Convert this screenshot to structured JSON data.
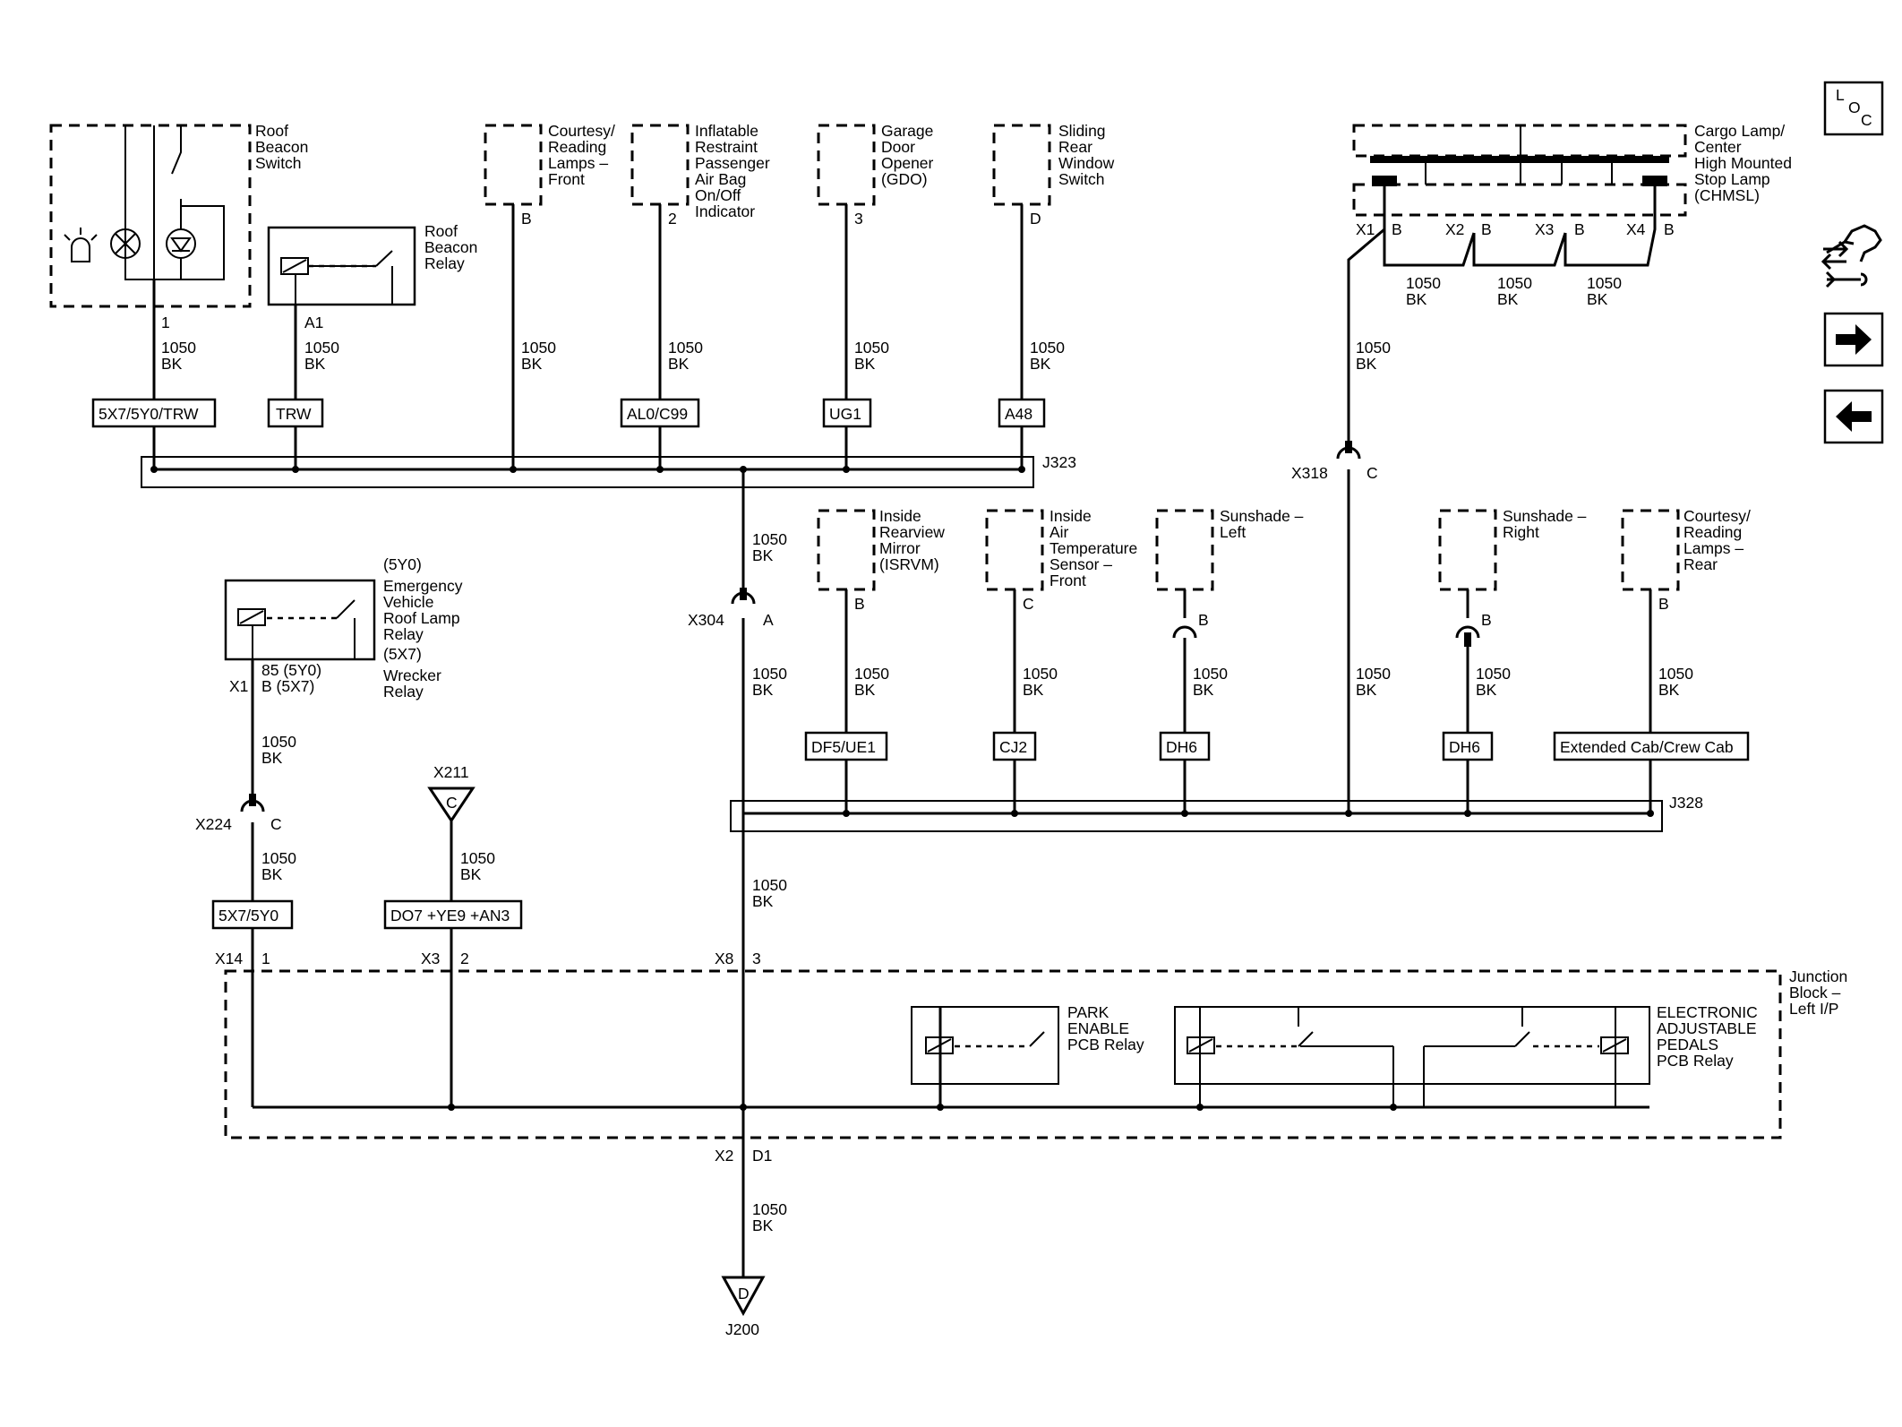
{
  "nav": {
    "loc_l": "L",
    "loc_o": "O",
    "loc_c": "C"
  },
  "components": {
    "roof_beacon_switch": [
      "Roof",
      "Beacon",
      "Switch"
    ],
    "roof_beacon_relay": [
      "Roof",
      "Beacon",
      "Relay"
    ],
    "courtesy_front": [
      "Courtesy/",
      "Reading",
      "Lamps –",
      "Front"
    ],
    "airbag_indicator": [
      "Inflatable",
      "Restraint",
      "Passenger",
      "Air Bag",
      "On/Off",
      "Indicator"
    ],
    "gdo": [
      "Garage",
      "Door",
      "Opener",
      "(GDO)"
    ],
    "sliding_window": [
      "Sliding",
      "Rear",
      "Window",
      "Switch"
    ],
    "cargo_lamp": [
      "Cargo Lamp/",
      "Center",
      "High Mounted",
      "Stop Lamp",
      "(CHMSL)"
    ],
    "isrvm": [
      "Inside",
      "Rearview",
      "Mirror",
      "(ISRVM)"
    ],
    "air_temp": [
      "Inside",
      "Air",
      "Temperature",
      "Sensor –",
      "Front"
    ],
    "sunshade_left": [
      "Sunshade –",
      "Left"
    ],
    "sunshade_right": [
      "Sunshade –",
      "Right"
    ],
    "courtesy_rear": [
      "Courtesy/",
      "Reading",
      "Lamps –",
      "Rear"
    ],
    "ev_relay": [
      "Emergency",
      "Vehicle",
      "Roof Lamp",
      "Relay"
    ],
    "ev_relay_5y0": "(5Y0)",
    "ev_relay_5x7": "(5X7)",
    "wrecker_relay": [
      "Wrecker",
      "Relay"
    ],
    "ev_pin1": "85 (5Y0)",
    "ev_pin2": "B (5X7)",
    "junction_block": [
      "Junction",
      "Block –",
      "Left I/P"
    ],
    "park_enable": [
      "PARK",
      "ENABLE",
      "PCB Relay"
    ],
    "eap": [
      "ELECTRONIC",
      "ADJUSTABLE",
      "PEDALS",
      "PCB Relay"
    ]
  },
  "wire": {
    "gauge": "1050",
    "color": "BK"
  },
  "options": {
    "o1": "5X7/5Y0/TRW",
    "o2": "TRW",
    "o3": "AL0/C99",
    "o4": "UG1",
    "o5": "A48",
    "o6": "DF5/UE1",
    "o7": "CJ2",
    "o8": "DH6",
    "o9": "DH6",
    "o10": "Extended Cab/Crew Cab",
    "o11": "5X7/5Y0",
    "o12": "DO7 +YE9 +AN3"
  },
  "splices": {
    "j323": "J323",
    "j328": "J328"
  },
  "connectors": {
    "x318": "X318",
    "x304": "X304",
    "x224": "X224",
    "x211": "X211",
    "x1": "X1",
    "x2": "X2",
    "x3": "X3",
    "x4": "X4",
    "x14": "X14",
    "x8": "X8"
  },
  "pins": {
    "p1": "1",
    "p2": "2",
    "p3": "3",
    "a": "A",
    "b": "B",
    "c": "C",
    "d": "D",
    "a1": "A1",
    "d1": "D1"
  },
  "grounds": {
    "g1": "J200",
    "c_sym": "C",
    "d_sym": "D"
  }
}
